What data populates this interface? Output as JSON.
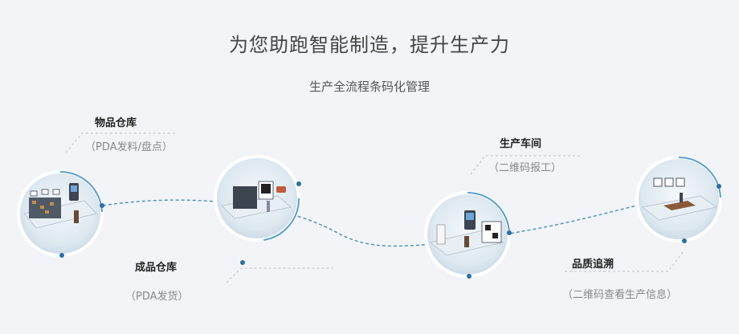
{
  "header": {
    "title": "为您助跑智能制造，提升生产力",
    "subtitle": "生产全流程条码化管理"
  },
  "stages": [
    {
      "label": "物品仓库",
      "desc": "（PDA发料/盘点）"
    },
    {
      "label": "成品仓库",
      "desc": "（PDA发货）"
    },
    {
      "label": "生产车间",
      "desc": "（二维码报工）"
    },
    {
      "label": "品质追溯",
      "desc": "（二维码查看生产信息）"
    }
  ],
  "colors": {
    "background": "#f3f4f8",
    "path": "#4a8fbf",
    "node_ring": "#5a9fd0",
    "leader": "#c8ccd4"
  }
}
